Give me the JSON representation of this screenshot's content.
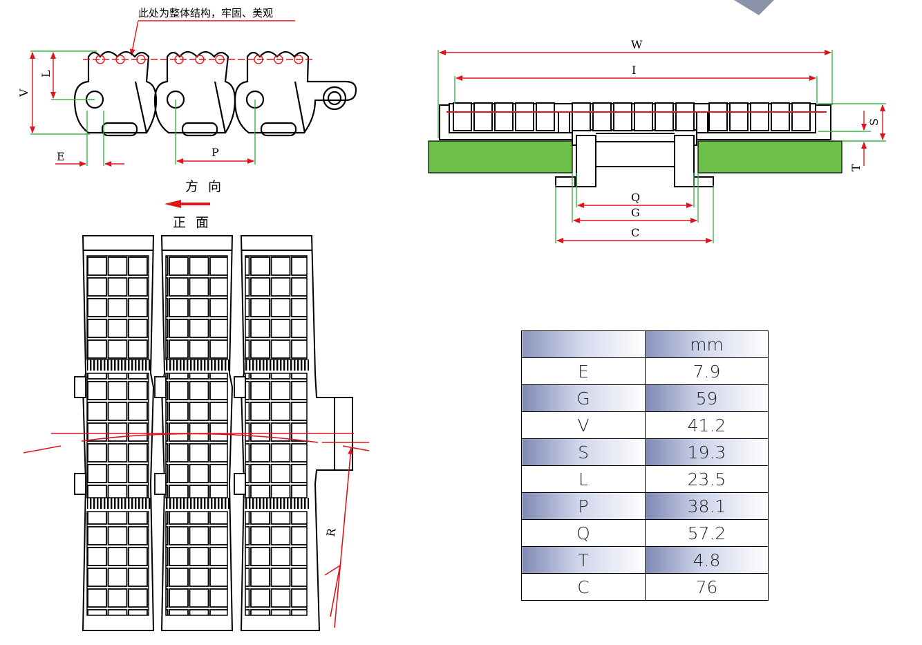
{
  "top_note": "此处为整体结构，牢固、美观",
  "direction_label": "方向",
  "front_label": "正面",
  "side_view_labels": {
    "V": "V",
    "L": "L",
    "E": "E",
    "P": "P"
  },
  "section_labels": {
    "W": "W",
    "I": "I",
    "S": "S",
    "T": "T",
    "Q": "Q",
    "G": "G",
    "C": "C"
  },
  "radius_label": "R",
  "colors": {
    "dim_red": "#e1141b",
    "dim_green": "#39b54a",
    "plate_green": "#6cc04a",
    "table_shade": "#8a94bd"
  },
  "table": {
    "header": [
      "",
      "mm"
    ],
    "rows": [
      {
        "param": "E",
        "value": "7.9"
      },
      {
        "param": "G",
        "value": "59"
      },
      {
        "param": "V",
        "value": "41.2"
      },
      {
        "param": "S",
        "value": "19.3"
      },
      {
        "param": "L",
        "value": "23.5"
      },
      {
        "param": "P",
        "value": "38.1"
      },
      {
        "param": "Q",
        "value": "57.2"
      },
      {
        "param": "T",
        "value": "4.8"
      },
      {
        "param": "C",
        "value": "76"
      }
    ]
  }
}
